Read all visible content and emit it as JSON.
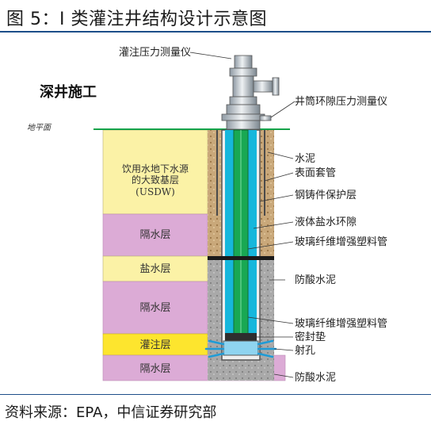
{
  "title": "图 5：I 类灌注井结构设计示意图",
  "source": "资料来源：EPA，中信证券研究部",
  "diagram": {
    "section_title": "深井施工",
    "ground_label": "地平面",
    "top_gauge_label": "灌注压力测量仪",
    "annulus_gauge_label": "井筒环隙压力测量仪",
    "strata": {
      "usdw_line1": "饮用水地下水源",
      "usdw_line2": "的大致基层",
      "usdw_line3": "(USDW)",
      "aquitard_1": "隔水层",
      "brine": "盐水层",
      "aquitard_2": "隔水层",
      "injection": "灌注层",
      "aquitard_3": "隔水层"
    },
    "callouts": {
      "cement": "水泥",
      "surface_casing": "表面套管",
      "steel_casing": "钢铸件保护层",
      "liquid_brine": "液体盐水环隙",
      "frp_pipe_1": "玻璃纤维增强塑料管",
      "acid_cement_1": "防酸水泥",
      "frp_pipe_2": "玻璃纤维增强塑料管",
      "packer": "密封垫",
      "perforation": "射孔",
      "acid_cement_2": "防酸水泥"
    },
    "colors": {
      "usdw": "#fbf2a6",
      "aquitard": "#dcabd6",
      "brine": "#fbf2a6",
      "injection": "#fde52e",
      "surface_cement": "#c9a87a",
      "acid_cement": "#a6a6a6",
      "tubing": "#19a853",
      "annulus": "#16b7dc",
      "ground_line": "#16a34a"
    }
  }
}
